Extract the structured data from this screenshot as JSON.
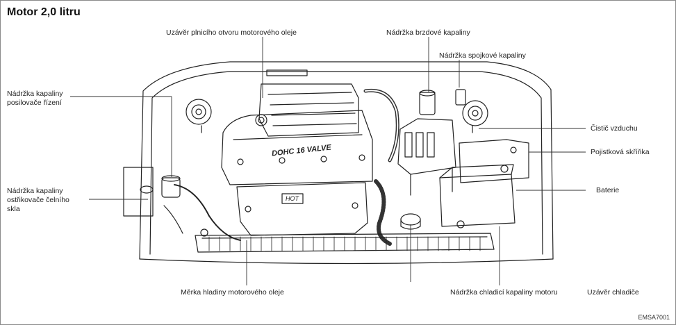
{
  "title": "Motor 2,0 litru",
  "labels": {
    "oil_cap": "Uzávěr plnicího otvoru motorového oleje",
    "brake_reservoir": "Nádržka brzdové kapaliny",
    "clutch_reservoir": "Nádržka spojkové kapaliny",
    "ps_line1": "Nádržka kapaliny",
    "ps_line2": "posilovače řízení",
    "air_cleaner": "Čistič vzduchu",
    "fuse_box": "Pojistková skříňka",
    "washer_line1": "Nádržka kapaliny",
    "washer_line2": "ostřikovače čelního",
    "washer_line3": "skla",
    "battery": "Baterie",
    "dipstick": "Měrka hladiny motorového oleje",
    "coolant_reservoir": "Nádržka chladicí kapaliny motoru",
    "radiator_cap": "Uzávěr chladiče"
  },
  "engine_marks": {
    "valve": "DOHC 16 VALVE",
    "hot": "HOT"
  },
  "figure_code": "EMSA7001"
}
